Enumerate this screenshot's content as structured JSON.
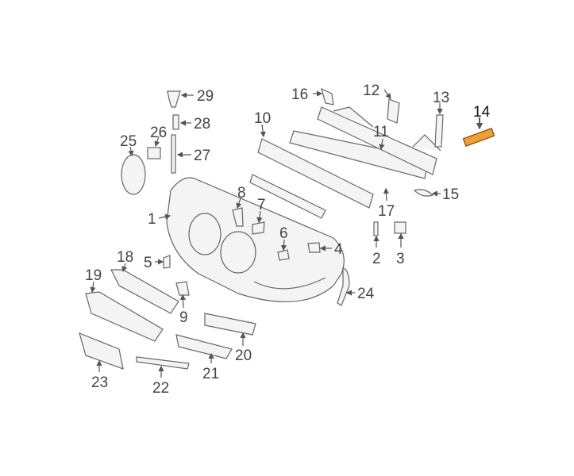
{
  "highlight_color": "#f0a030",
  "highlighted_part": "14",
  "callouts": [
    "1",
    "2",
    "3",
    "4",
    "5",
    "6",
    "7",
    "8",
    "9",
    "10",
    "11",
    "12",
    "13",
    "14",
    "15",
    "16",
    "17",
    "18",
    "19",
    "20",
    "21",
    "22",
    "23",
    "24",
    "25",
    "26",
    "27",
    "28",
    "29"
  ]
}
